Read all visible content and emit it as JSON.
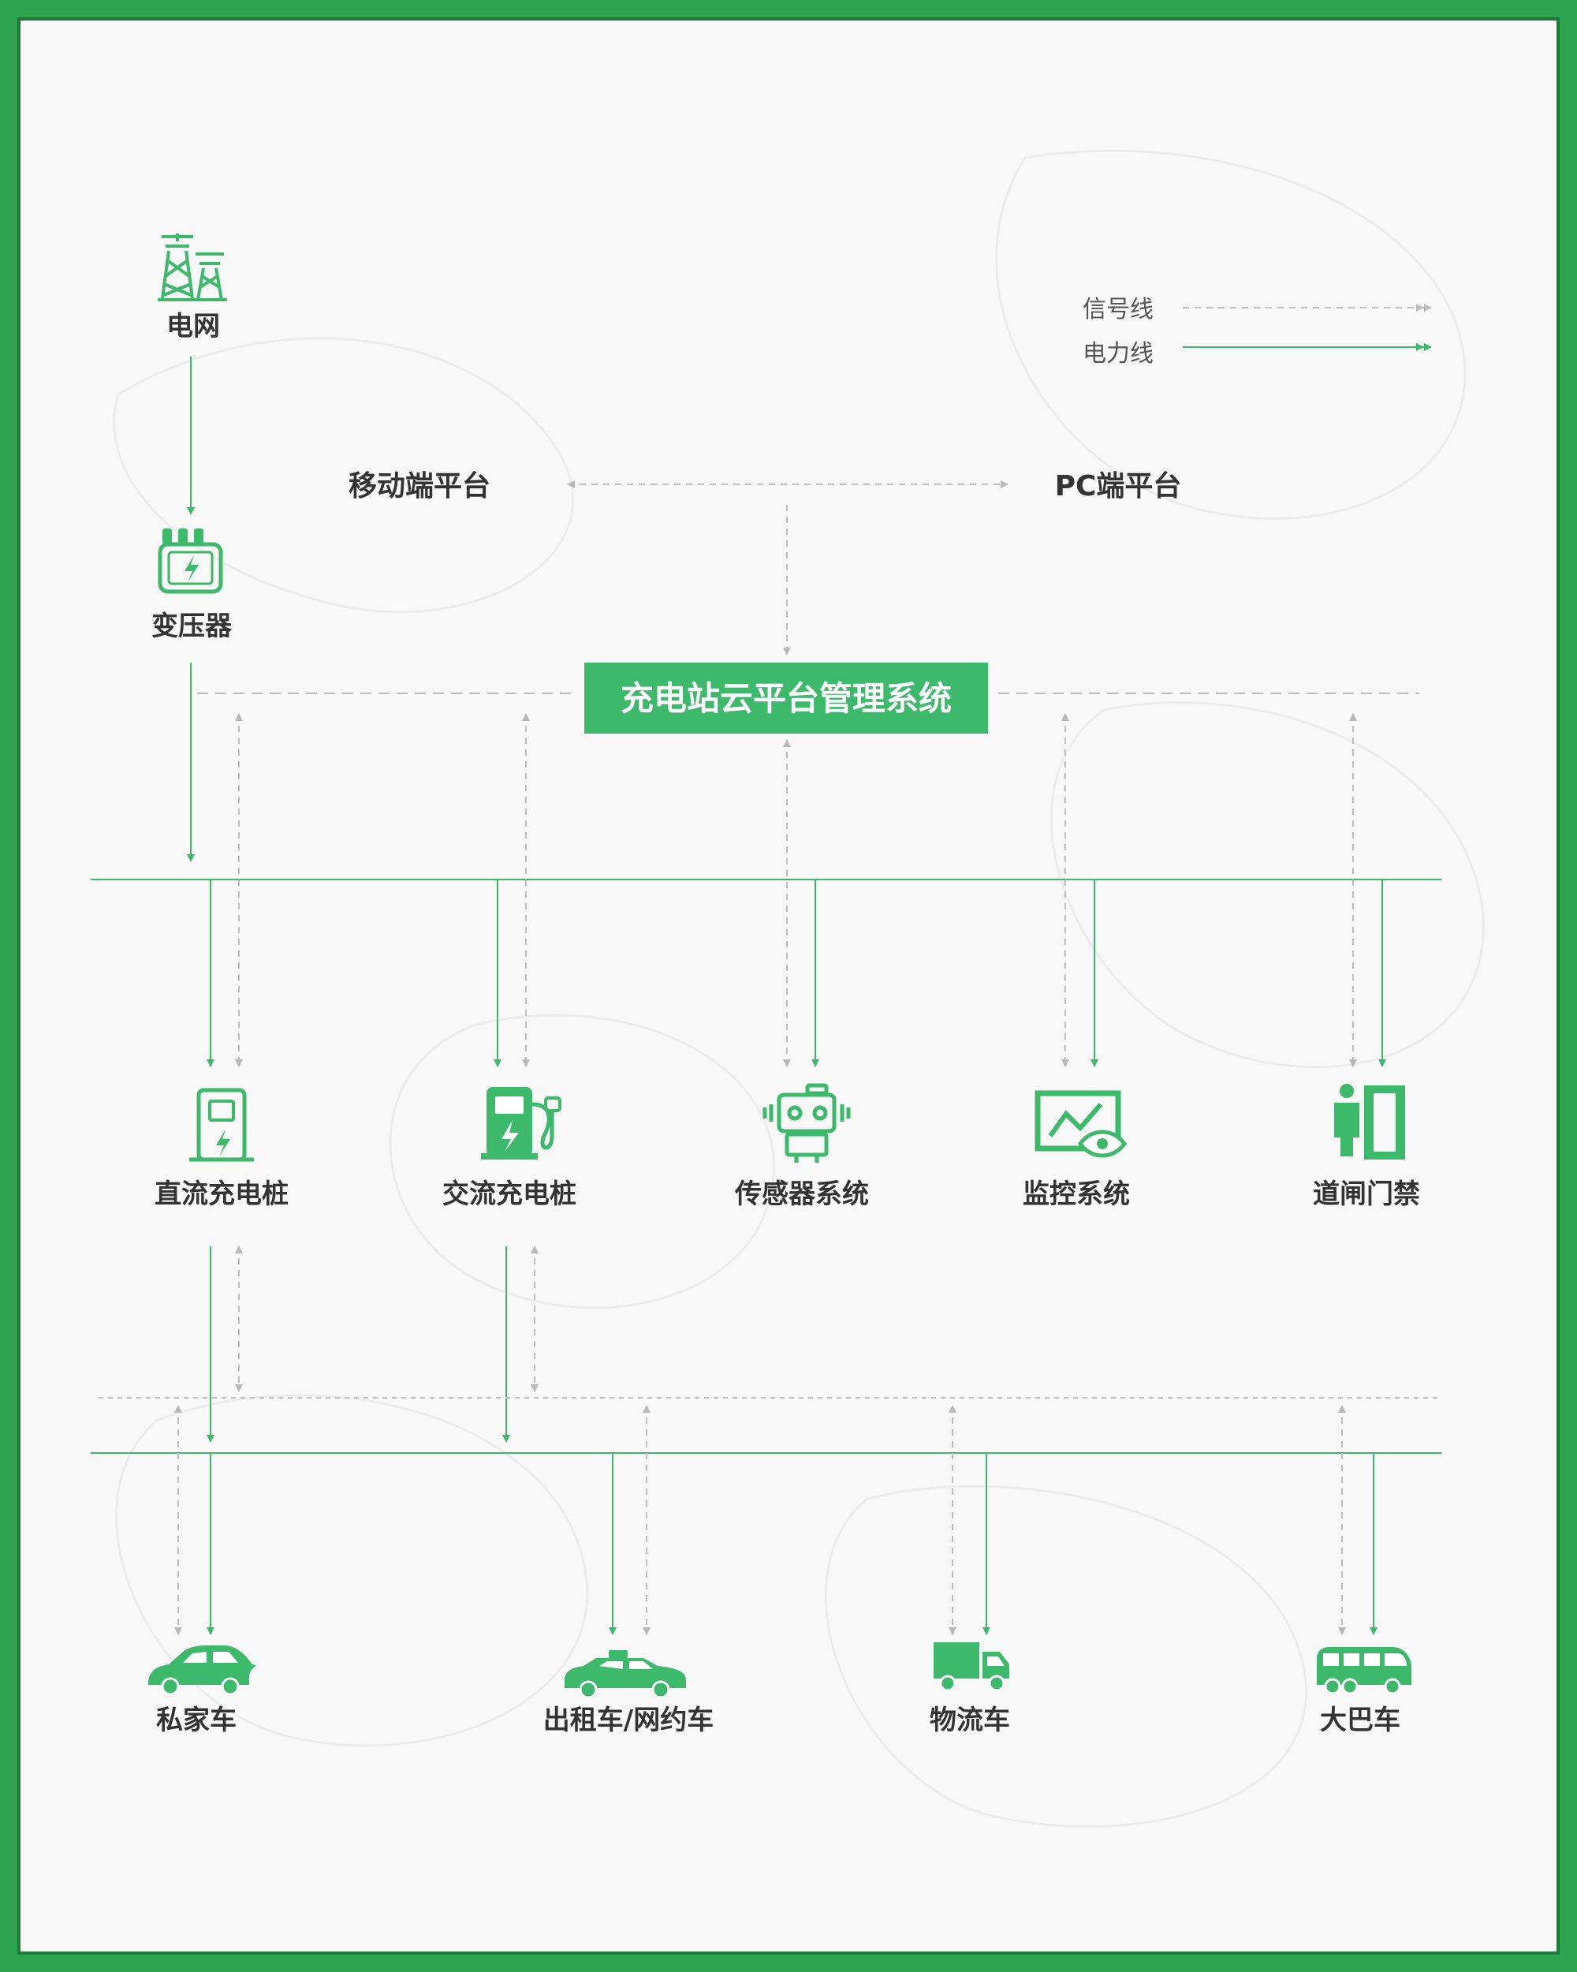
{
  "colors": {
    "green": "#3cb96a",
    "signal": "#bdbdbd",
    "text": "#333333",
    "frame": "#2fa44f"
  },
  "legend": {
    "signal_label": "信号线",
    "power_label": "电力线"
  },
  "nodes": {
    "grid": {
      "label": "电网",
      "icon": "power-tower-icon"
    },
    "transformer": {
      "label": "变压器",
      "icon": "transformer-icon"
    },
    "mobile": {
      "label": "移动端平台"
    },
    "pc": {
      "label": "PC端平台"
    },
    "cloud": {
      "label": "充电站云平台管理系统"
    },
    "dc_pile": {
      "label": "直流充电桩",
      "icon": "dc-charger-icon"
    },
    "ac_pile": {
      "label": "交流充电桩",
      "icon": "ac-charger-icon"
    },
    "sensor": {
      "label": "传感器系统",
      "icon": "robot-sensor-icon"
    },
    "monitor": {
      "label": "监控系统",
      "icon": "monitor-eye-icon"
    },
    "gate": {
      "label": "道闸门禁",
      "icon": "gate-person-icon"
    },
    "private_car": {
      "label": "私家车",
      "icon": "car-icon"
    },
    "taxi": {
      "label": "出租车/网约车",
      "icon": "taxi-icon"
    },
    "logistics": {
      "label": "物流车",
      "icon": "truck-icon"
    },
    "bus": {
      "label": "大巴车",
      "icon": "bus-icon"
    }
  }
}
